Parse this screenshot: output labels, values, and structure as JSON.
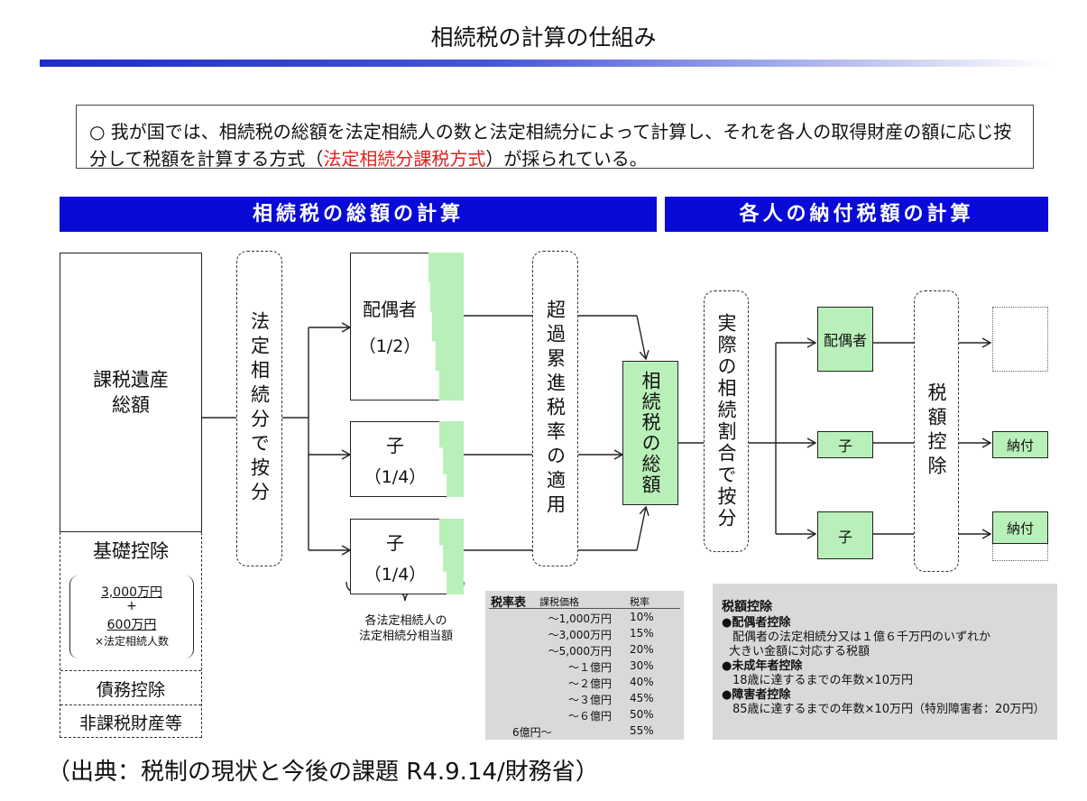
{
  "title": "相続税の計算の仕組み",
  "intro": {
    "prefix": "○ 我が国では、相続税の総額を法定相続人の数と法定相続分によって計算し、それを各人の取得財産の額に応じ按分して税額を計算する方式（",
    "highlight": "法定相続分課税方式",
    "suffix": "）が採られている。"
  },
  "headers": {
    "left": "相続税の総額の計算",
    "right": "各人の納付税額の計算"
  },
  "left_column": {
    "estate": "課税遺産\n総額",
    "basic_deduction": "基礎控除",
    "formula_line1": "3,000万円",
    "formula_plus": "+",
    "formula_line2": "600万円",
    "formula_line3": "×法定相続人数",
    "debt_deduction": "債務控除",
    "nontaxable": "非課税財産等"
  },
  "split_label": "法定相続分で按分",
  "heirs": [
    {
      "name": "配偶者",
      "share": "（1/2）"
    },
    {
      "name": "子",
      "share": "（1/4）"
    },
    {
      "name": "子",
      "share": "（1/4）"
    }
  ],
  "heirs_caption": "各法定相続人の\n法定相続分相当額",
  "progressive_label": "超過累進税率の適用",
  "total_tax_label": "相続税の総額",
  "actual_split_label": "実際の相続割合で按分",
  "right_heirs": [
    "配偶者",
    "子",
    "子"
  ],
  "tax_credit_label": "税額控除",
  "payments": [
    "納付",
    "納付"
  ],
  "rate_table": {
    "title": "税率表",
    "col_value": "課税価格",
    "col_rate": "税率",
    "rows": [
      {
        "value": "～1,000万円",
        "rate": "10%"
      },
      {
        "value": "～3,000万円",
        "rate": "15%"
      },
      {
        "value": "～5,000万円",
        "rate": "20%"
      },
      {
        "value": "～１億円",
        "rate": "30%"
      },
      {
        "value": "～２億円",
        "rate": "40%"
      },
      {
        "value": "～３億円",
        "rate": "45%"
      },
      {
        "value": "～６億円",
        "rate": "50%"
      },
      {
        "value": "6億円～",
        "rate": "55%"
      }
    ]
  },
  "credits": {
    "title": "税額控除",
    "spouse_title": "●配偶者控除",
    "spouse_line1": "配偶者の法定相続分又は１億６千万円のいずれか",
    "spouse_line2": "大きい金額に対応する税額",
    "minor_title": "●未成年者控除",
    "minor_line": "18歳に達するまでの年数×10万円",
    "disabled_title": "●障害者控除",
    "disabled_line": "85歳に達するまでの年数×10万円（特別障害者：20万円）"
  },
  "footer": "（出典：税制の現状と今後の課題 R4.9.14/財務省）"
}
